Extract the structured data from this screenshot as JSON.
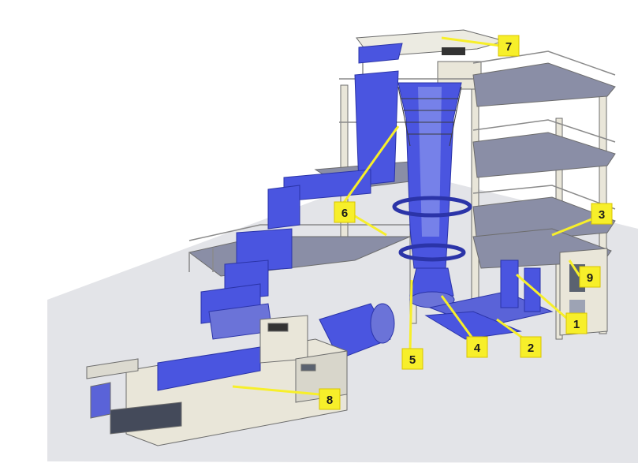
{
  "colors": {
    "floor": "#e3e4e8",
    "frame": "#e9e6d9",
    "frame_stroke": "#6d6d6d",
    "film": "#4a55e0",
    "film_light": "#aeb7f5",
    "deck": "#8a8ea6",
    "callout": "#f7ef2a",
    "callout_stroke": "#d8c400"
  },
  "callouts": [
    {
      "id": "1",
      "label": "1",
      "target": "extruder"
    },
    {
      "id": "2",
      "label": "2",
      "target": "extruder-barrel"
    },
    {
      "id": "3",
      "label": "3",
      "target": "upper-platform"
    },
    {
      "id": "4",
      "label": "4",
      "target": "die-head"
    },
    {
      "id": "5",
      "label": "5",
      "target": "air-ring"
    },
    {
      "id": "6",
      "label": "6",
      "target": "film-path-rollers"
    },
    {
      "id": "7",
      "label": "7",
      "target": "top-nip-rollers"
    },
    {
      "id": "8",
      "label": "8",
      "target": "winder"
    },
    {
      "id": "9",
      "label": "9",
      "target": "control-cabinet"
    }
  ]
}
